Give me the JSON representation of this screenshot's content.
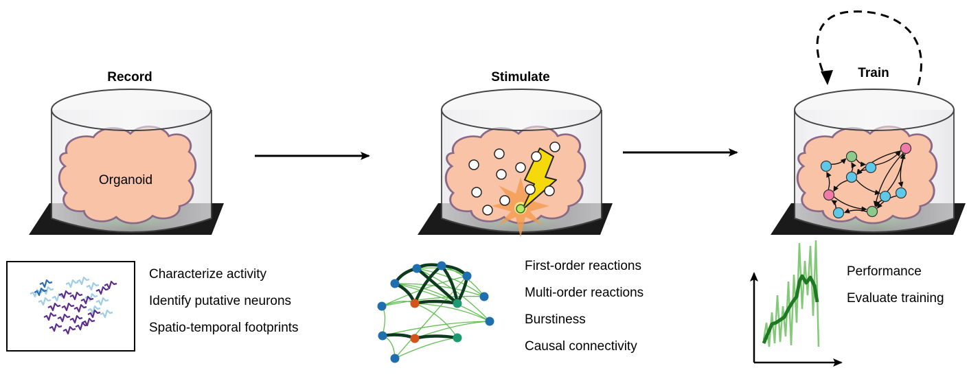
{
  "stages": {
    "record": {
      "title": "Record",
      "organoid_label": "Organoid",
      "items": [
        "Characterize activity",
        "Identify putative neurons",
        "Spatio-temporal footprints"
      ]
    },
    "stimulate": {
      "title": "Stimulate",
      "items": [
        "First-order reactions",
        "Multi-order reactions",
        "Burstiness",
        "Causal connectivity"
      ]
    },
    "train": {
      "title": "Train",
      "items": [
        "Performance",
        "Evaluate training"
      ]
    }
  },
  "colors": {
    "organoid_fill": "#f9c3a8",
    "organoid_edge": "#8a6a86",
    "dish_edge": "#444444",
    "plate": "#1a1a1a",
    "glow": "#4fa04a",
    "node_blue": "#5ec8e8",
    "node_green": "#8cc98a",
    "node_pink": "#ee7ba8",
    "net_blue": "#1f6fae",
    "net_orange": "#d4531a",
    "net_teal": "#1c9a72",
    "edge_dark": "#0e3b1f",
    "edge_light": "#5fbf4f",
    "trace_purple": "#5b2d8e",
    "trace_lightblue": "#9fcde3",
    "trace_blue": "#2a6db0",
    "bolt_yellow": "#f5d90a",
    "spark_orange": "#f49b4f"
  }
}
